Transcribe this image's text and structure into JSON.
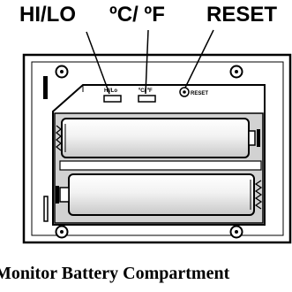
{
  "callouts": {
    "hilo": "HI/LO",
    "temp_unit": "ºC/ ºF",
    "reset": "RESET"
  },
  "buttons": {
    "hilo_small": "HI/Lo",
    "temp_small": "ºC/ ºF",
    "reset_small": "RESET"
  },
  "caption": "Monitor Battery Compartment",
  "colors": {
    "ink": "#000000",
    "battery_fill": "#e6e6e6",
    "compartment_fill": "#d2d2d2",
    "background": "#ffffff"
  }
}
